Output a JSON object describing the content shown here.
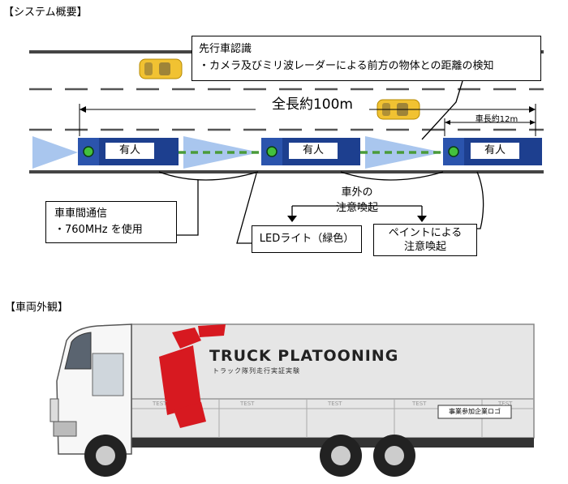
{
  "section_system": "【システム概要】",
  "section_exterior": "【車両外観】",
  "lead_callout": {
    "line1": "先行車認識",
    "line2": "・カメラ及びミリ波レーダーによる前方の物体との距離の検知"
  },
  "total_length": "全長約100m",
  "vehicle_length": "車長約12m",
  "truck_label": "有人",
  "v2v_callout": {
    "line1": "車車間通信",
    "line2": "・760MHz を使用"
  },
  "alert_label": {
    "line1": "車外の",
    "line2": "注意喚起"
  },
  "led_label": "LEDライト（緑色）",
  "paint_label": {
    "line1": "ペイントによる",
    "line2": "注意喚起"
  },
  "truck_brand": "TRUCK PLATOONING",
  "truck_subtitle": "トラック隊列走行実証実験",
  "sponsor_label": "事業参加企業ロゴ",
  "test_mark": "TEST",
  "colors": {
    "truck_blue": "#1d3f8f",
    "sensor_blue": "#a9c6ee",
    "link_green": "#4a9b3a",
    "brand_red": "#d71920"
  }
}
